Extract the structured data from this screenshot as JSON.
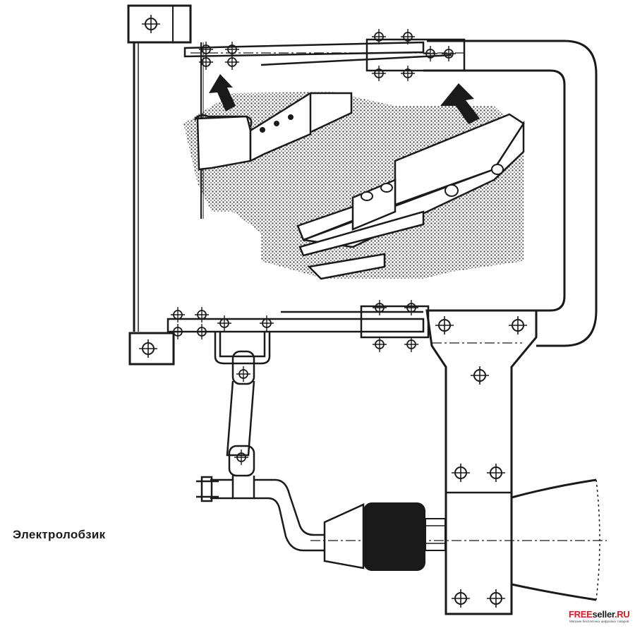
{
  "caption": "Электролобзик",
  "watermark": {
    "brand_red": "FREE",
    "brand_dark": "seller",
    "brand_suffix": ".RU",
    "tagline": "Магазин бесплатных цифровых товаров",
    "red": "#d42020",
    "dark": "#1a1a1a"
  },
  "colors": {
    "ink": "#1a1a1a",
    "paper": "#ffffff",
    "stipple": "#5a5a5a"
  }
}
